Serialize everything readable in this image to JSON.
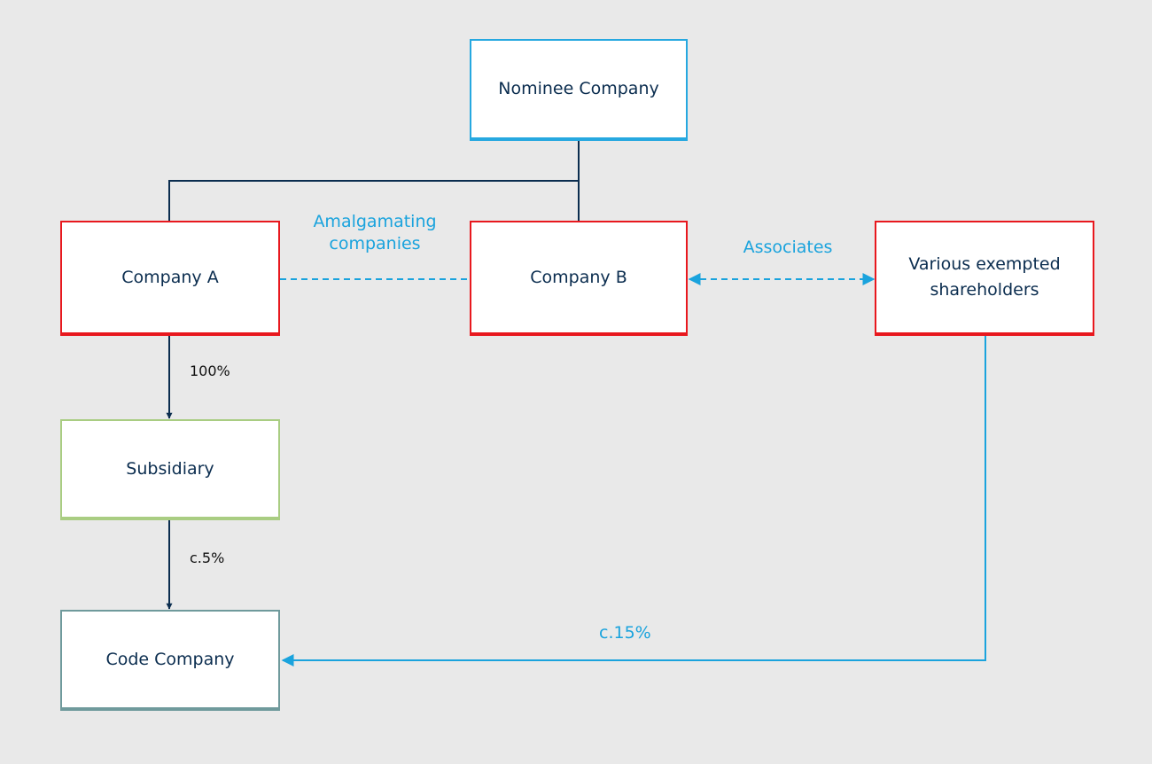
{
  "nodes": {
    "nominee": "Nominee Company",
    "company_a": "Company A",
    "company_b": "Company B",
    "exempted_line1": "Various exempted",
    "exempted_line2": "shareholders",
    "subsidiary": "Subsidiary",
    "code_company": "Code Company"
  },
  "labels": {
    "amalgamating_line1": "Amalgamating",
    "amalgamating_line2": "companies",
    "associates": "Associates",
    "pct_100": "100%",
    "pct_5": "c.5%",
    "pct_15": "c.15%"
  },
  "colors": {
    "background": "#e9e9e9",
    "dark_navy": "#0b2d4f",
    "light_blue": "#1aa3dd",
    "red": "#e8181e",
    "green": "#a9cd82",
    "teal": "#6f9a9c"
  }
}
